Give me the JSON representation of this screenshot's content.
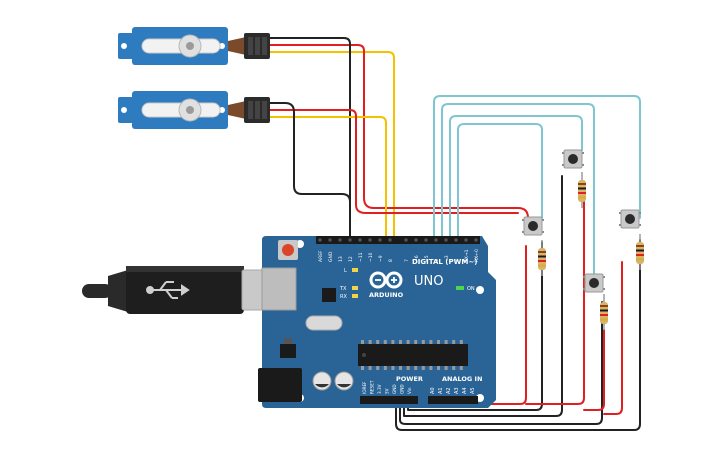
{
  "board": {
    "brand": "ARDUINO",
    "model": "UNO",
    "digital_header": "DIGITAL (PWM~)",
    "power_header": "POWER",
    "analog_header": "ANALOG IN",
    "on_label": "ON",
    "led_l": "L",
    "led_tx": "TX",
    "led_rx": "RX",
    "digital_pins": [
      "AREF",
      "GND",
      "13",
      "12",
      "~11",
      "~10",
      "~9",
      "8",
      "7",
      "~6",
      "~5",
      "4",
      "~3",
      "2",
      "TX→1",
      "RX←0"
    ],
    "power_pins": [
      "IOREF",
      "RESET",
      "3.3V",
      "5V",
      "GND",
      "GND",
      "Vin"
    ],
    "analog_pins": [
      "A0",
      "A1",
      "A2",
      "A3",
      "A4",
      "A5"
    ]
  },
  "components": {
    "servos": 2,
    "pushbuttons": 4,
    "resistors": 4
  },
  "colors": {
    "board": "#2a6496",
    "servo": "#2e7bbf",
    "wire_red": "#e02020",
    "wire_black": "#222222",
    "wire_yellow": "#f2c200",
    "wire_cyan": "#7ec7d0"
  }
}
